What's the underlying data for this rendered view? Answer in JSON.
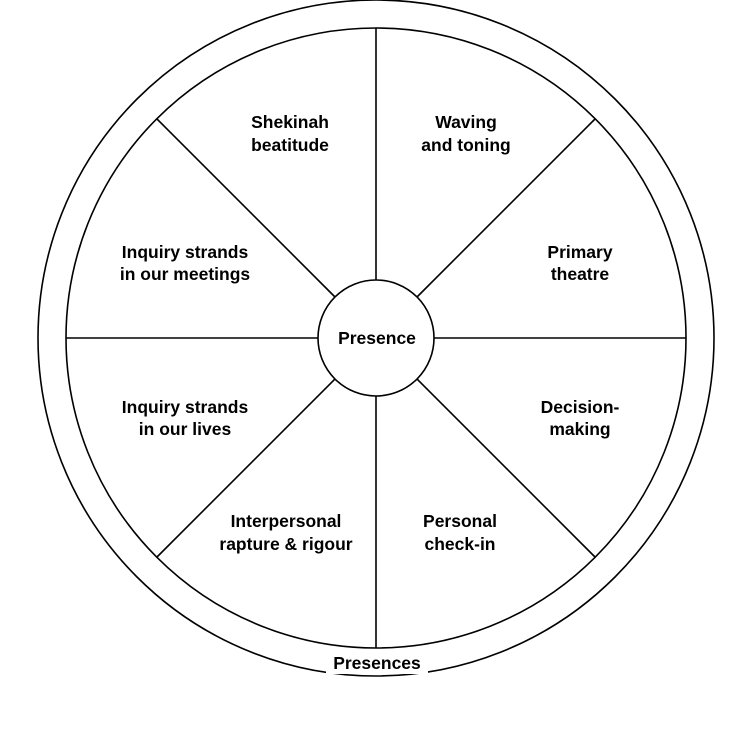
{
  "diagram": {
    "hub": {
      "label": "Presence"
    },
    "outer_ring": {
      "label": "Presences"
    },
    "segments": [
      {
        "lines": [
          "Shekinah",
          "beatitude"
        ]
      },
      {
        "lines": [
          "Waving",
          "and toning"
        ]
      },
      {
        "lines": [
          "Primary",
          "theatre"
        ]
      },
      {
        "lines": [
          "Decision-",
          "making"
        ]
      },
      {
        "lines": [
          "Personal",
          "check-in"
        ]
      },
      {
        "lines": [
          "Interpersonal",
          "rapture & rigour"
        ]
      },
      {
        "lines": [
          "Inquiry strands",
          "in our lives"
        ]
      },
      {
        "lines": [
          "Inquiry strands",
          "in our meetings"
        ]
      }
    ]
  }
}
